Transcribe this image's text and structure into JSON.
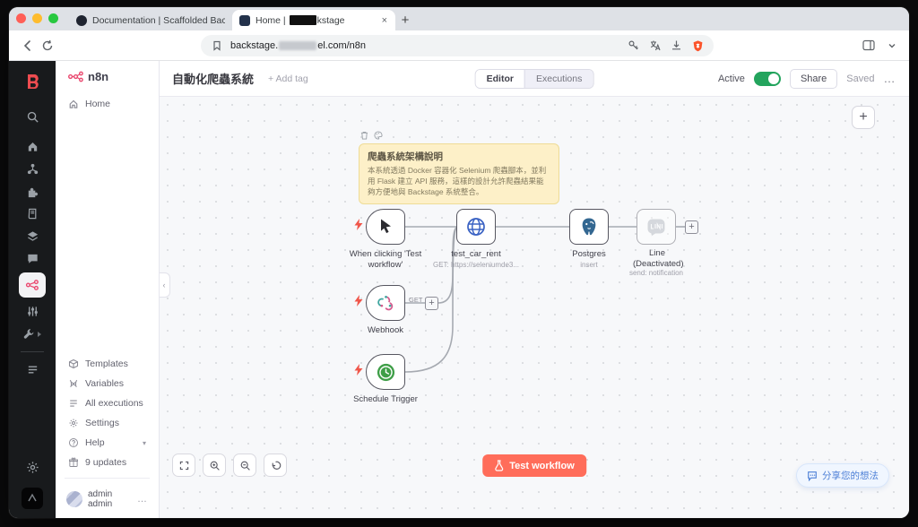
{
  "browser": {
    "tabs": {
      "tab1": "Documentation | Scaffolded Bac",
      "tab2_prefix": "Home | ",
      "tab2_suffix": "kstage",
      "close": "×",
      "new_tab": "+"
    },
    "url": {
      "prefix": "backstage.",
      "suffix": "el.com/n8n"
    }
  },
  "n8n": {
    "logo": "n8n",
    "nav": {
      "home": "Home",
      "templates": "Templates",
      "variables": "Variables",
      "executions": "All executions",
      "settings": "Settings",
      "help": "Help",
      "updates": "9 updates",
      "user": "admin admin",
      "user_menu": "…"
    },
    "header": {
      "title": "自動化爬蟲系統",
      "add_tag": "+ Add tag",
      "tab_editor": "Editor",
      "tab_executions": "Executions",
      "active": "Active",
      "share": "Share",
      "saved": "Saved",
      "menu": "…"
    },
    "canvas": {
      "collapse": "‹",
      "add_node": "+",
      "sticky_title": "爬蟲系統架構說明",
      "sticky_body": "本系統透過 Docker 容器化 Selenium 爬蟲腳本，並利用 Flask 建立 API 服務，這樣的設計允許爬蟲結果能夠方便地與 Backstage 系統整合。",
      "nodes": [
        {
          "name": "When clicking 'Test workflow'",
          "subtitle": ""
        },
        {
          "name": "test_car_rent",
          "subtitle": "GET: https://seleniumde3..."
        },
        {
          "name": "Postgres",
          "subtitle": "insert"
        },
        {
          "name": "Line (Deactivated)",
          "subtitle": "send: notification"
        },
        {
          "name": "Webhook",
          "subtitle": ""
        },
        {
          "name": "Schedule Trigger",
          "subtitle": ""
        }
      ],
      "connection_label": "GET",
      "plus": "+",
      "test_button": "Test workflow",
      "feedback_button": "分享您的想法"
    },
    "colors": {
      "accent_pink": "#ea4b71",
      "toggle_green": "#23a45d",
      "test_orange": "#ff6d5a",
      "sticky_yellow": "#fdf0c8",
      "brave_orange": "#fb542b"
    }
  }
}
